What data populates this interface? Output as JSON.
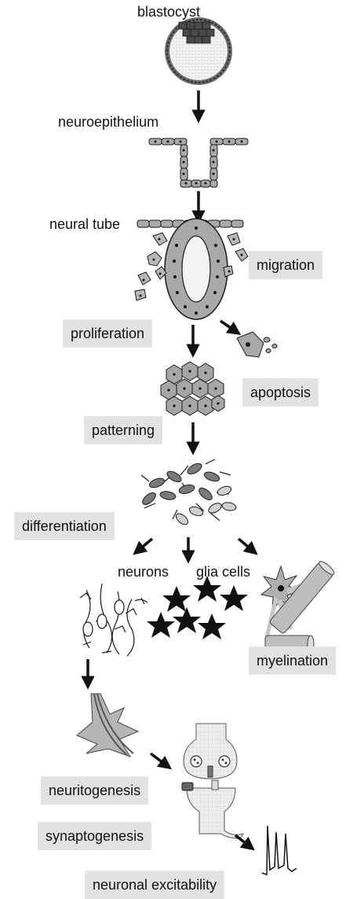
{
  "stages": {
    "blastocyst": "blastocyst",
    "neuroepithelium": "neuroepithelium",
    "neural_tube": "neural tube",
    "neurons": "neurons",
    "glia_cells": "glia cells"
  },
  "processes": {
    "migration": "migration",
    "proliferation": "proliferation",
    "apoptosis": "apoptosis",
    "patterning": "patterning",
    "differentiation": "differentiation",
    "myelination": "myelination",
    "neuritogenesis": "neuritogenesis",
    "synaptogenesis": "synaptogenesis",
    "neuronal_excitability": "neuronal excitability"
  }
}
